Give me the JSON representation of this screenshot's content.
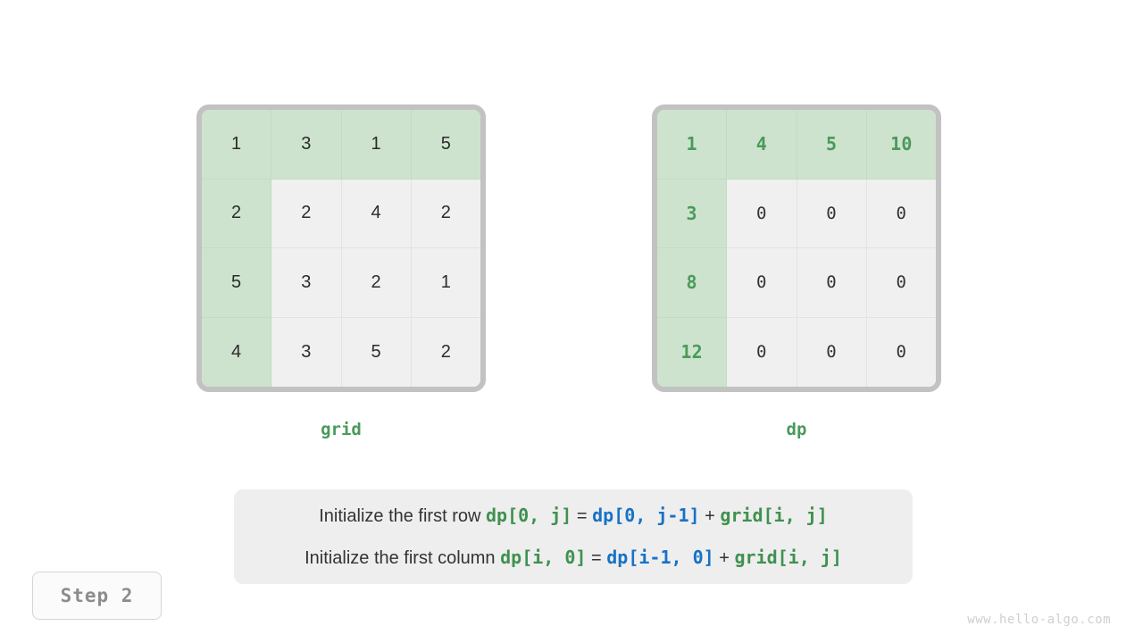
{
  "colors": {
    "highlight_bg": "#cde3cd",
    "cell_bg": "#eff0ef",
    "frame": "#c2c2c2",
    "green_text": "#4a9a5c",
    "blue_text": "#1772c4",
    "panel_bg": "#eeeeee",
    "badge_text": "#8c8c8c",
    "watermark": "#cfcfcf"
  },
  "grid_table": {
    "label": "grid",
    "rows": [
      [
        "1",
        "3",
        "1",
        "5"
      ],
      [
        "2",
        "2",
        "4",
        "2"
      ],
      [
        "5",
        "3",
        "2",
        "1"
      ],
      [
        "4",
        "3",
        "5",
        "2"
      ]
    ],
    "highlight": [
      [
        true,
        true,
        true,
        true
      ],
      [
        true,
        false,
        false,
        false
      ],
      [
        true,
        false,
        false,
        false
      ],
      [
        true,
        false,
        false,
        false
      ]
    ]
  },
  "dp_table": {
    "label": "dp",
    "rows": [
      [
        "1",
        "4",
        "5",
        "10"
      ],
      [
        "3",
        "0",
        "0",
        "0"
      ],
      [
        "8",
        "0",
        "0",
        "0"
      ],
      [
        "12",
        "0",
        "0",
        "0"
      ]
    ],
    "highlight": [
      [
        true,
        true,
        true,
        true
      ],
      [
        true,
        false,
        false,
        false
      ],
      [
        true,
        false,
        false,
        false
      ],
      [
        true,
        false,
        false,
        false
      ]
    ]
  },
  "formula": {
    "line1": {
      "prose": "Initialize the first row ",
      "target": "dp[0, j]",
      "equals": " = ",
      "source": "dp[0, j-1]",
      "plus": " + ",
      "addend": "grid[i, j]"
    },
    "line2": {
      "prose": "Initialize the first column ",
      "target": "dp[i, 0]",
      "equals": " = ",
      "source": "dp[i-1, 0]",
      "plus": " + ",
      "addend": "grid[i, j]"
    }
  },
  "step_badge": "Step 2",
  "watermark": "www.hello-algo.com"
}
